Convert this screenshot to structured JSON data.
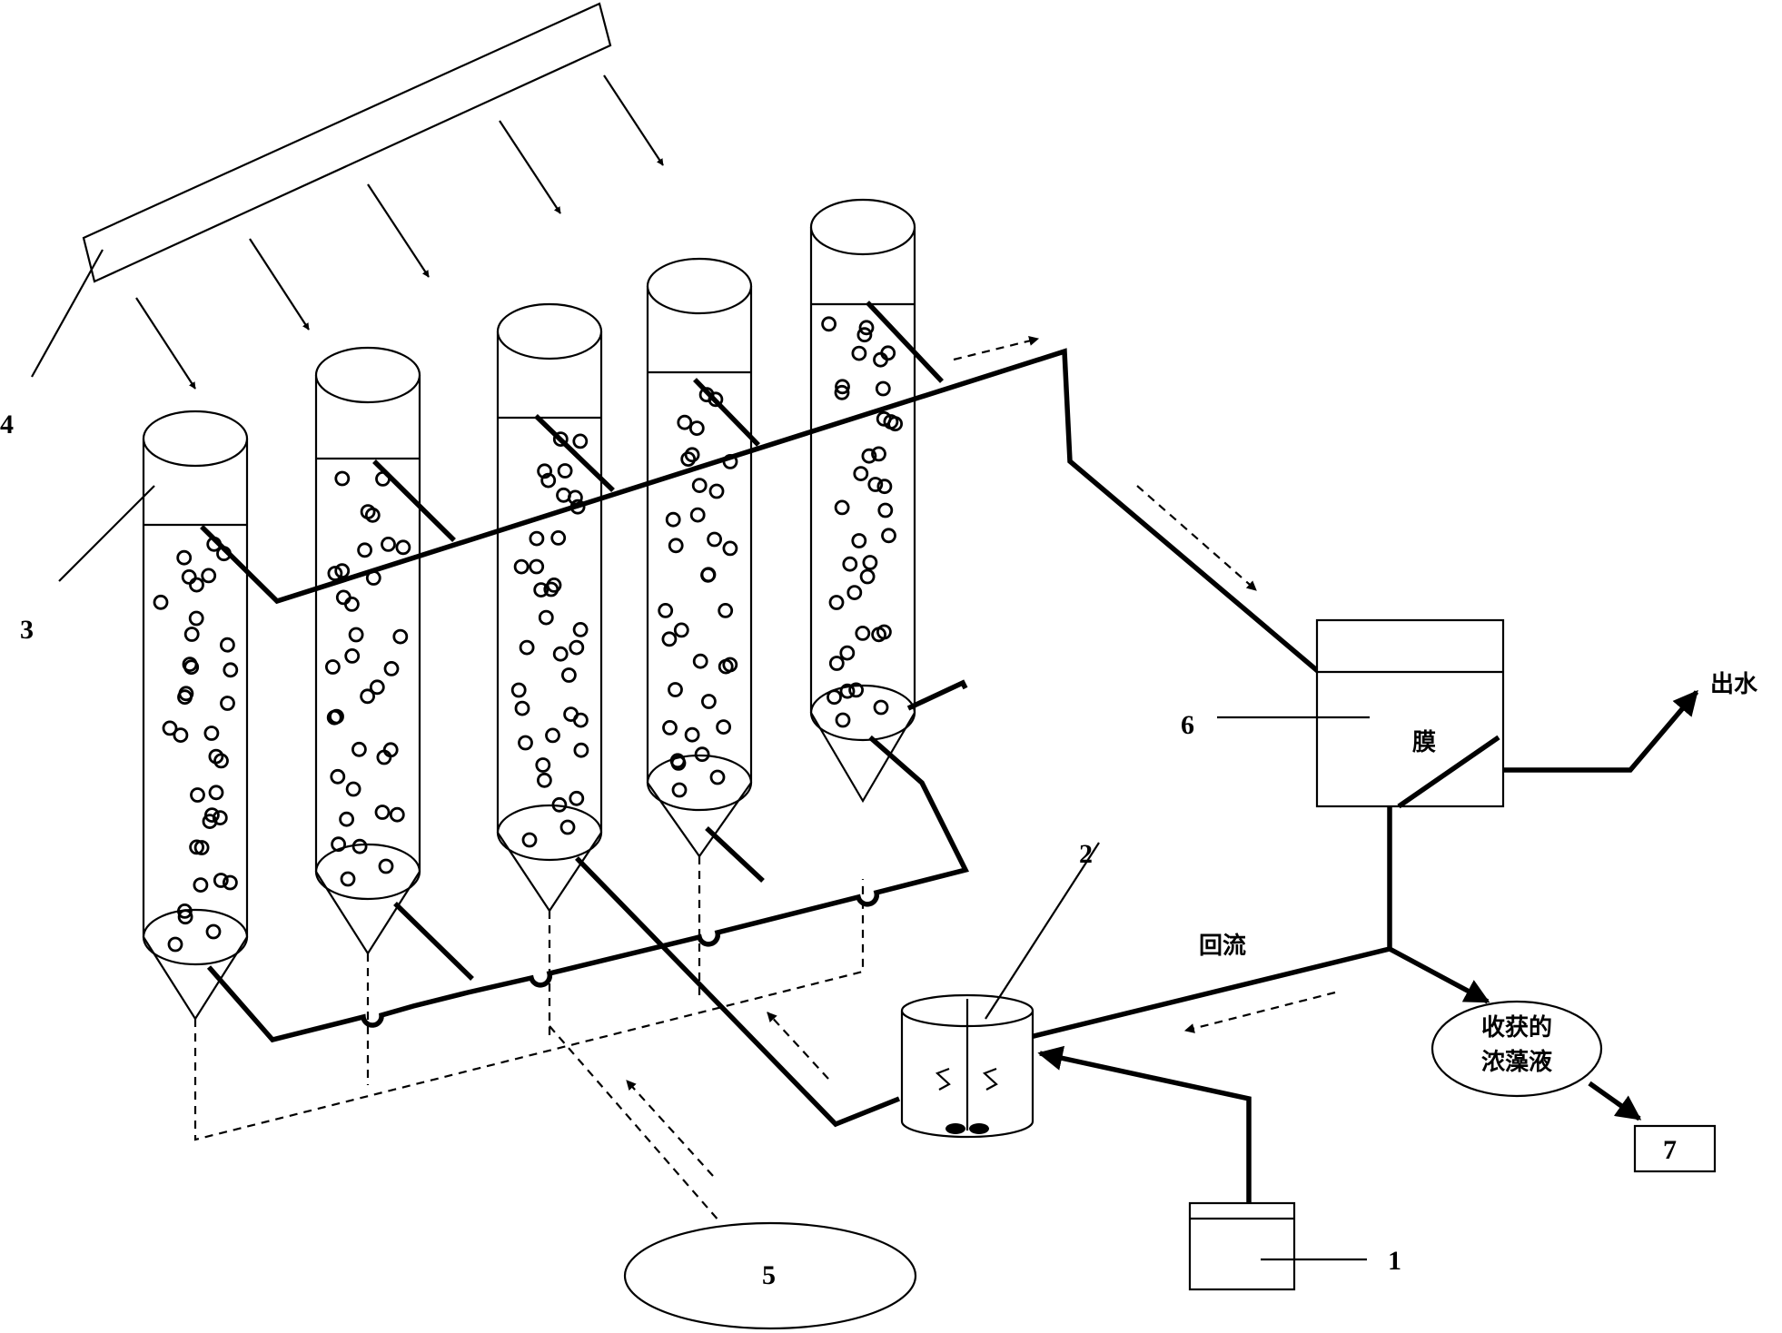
{
  "labels": {
    "n1": "1",
    "n2": "2",
    "n3": "3",
    "n4": "4",
    "n5": "5",
    "n6": "6",
    "n7": "7",
    "outlet": "出水",
    "reflux": "回流",
    "harvest_line1": "收获的",
    "harvest_line2": "浓藻液",
    "membrane": "膜"
  }
}
